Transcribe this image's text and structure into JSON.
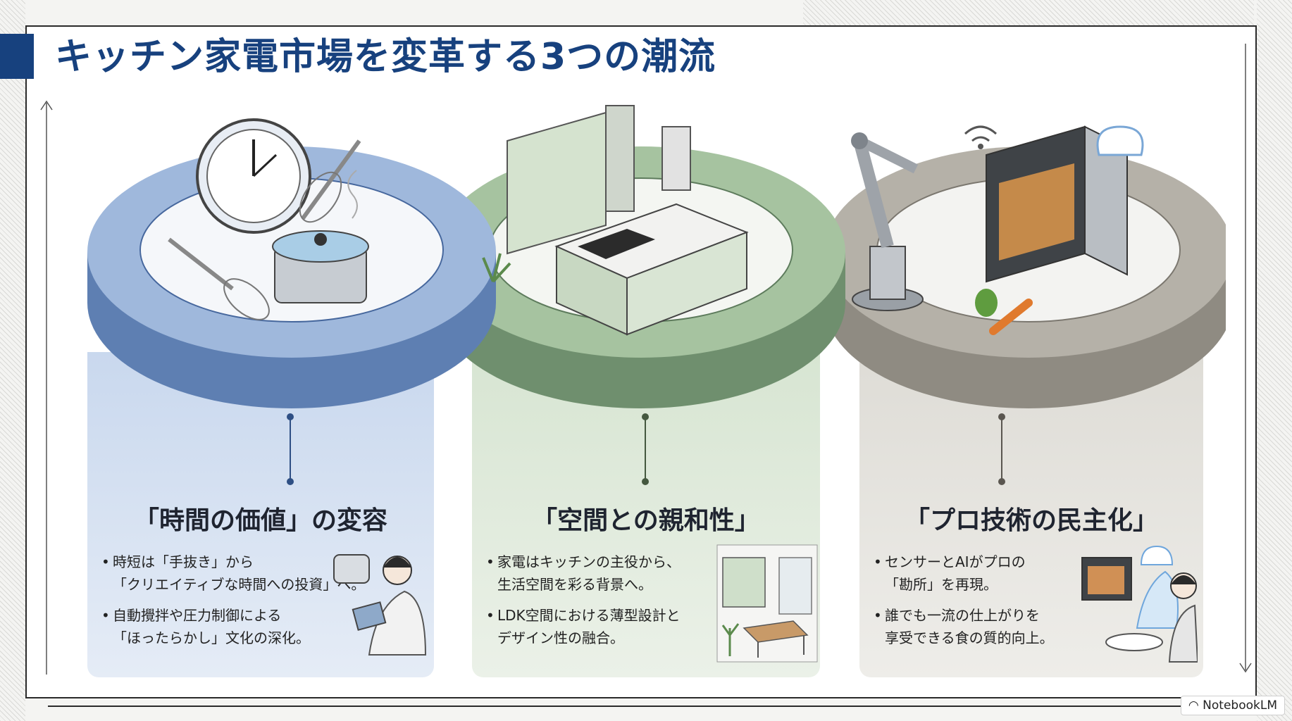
{
  "title": "キッチン家電市場を変革する3つの潮流",
  "colors": {
    "title": "#17417e",
    "pillar1": "#7f9fcb",
    "pillar2": "#8fb08c",
    "pillar3": "#a9a59c"
  },
  "pillars": [
    {
      "heading": "「時間の価値」の変容",
      "bullets": [
        {
          "line1": "時短は「手抜き」から",
          "line2": "「クリエイティブな時間への投資」へ。"
        },
        {
          "line1": "自動攪拌や圧力制御による",
          "line2": "「ほったらかし」文化の深化。"
        }
      ],
      "illustration": "clock-whisk-pot-icon",
      "vignette": "person-reading-icon"
    },
    {
      "heading": "「空間との親和性」",
      "bullets": [
        {
          "line1": "家電はキッチンの主役から、",
          "line2": "生活空間を彩る背景へ。"
        },
        {
          "line1": "LDK空間における薄型設計と",
          "line2": "デザイン性の融合。"
        }
      ],
      "illustration": "kitchen-island-icon",
      "vignette": "living-dining-room-icon"
    },
    {
      "heading": "「プロ技術の民主化」",
      "bullets": [
        {
          "line1": "センサーとAIがプロの",
          "line2": "「勘所」を再現。"
        },
        {
          "line1": "誰でも一流の仕上がりを",
          "line2": "享受できる食の質的向上。"
        }
      ],
      "illustration": "robot-arm-smart-oven-icon",
      "vignette": "person-with-ai-chef-icon"
    }
  ],
  "badge": "NotebookLM"
}
